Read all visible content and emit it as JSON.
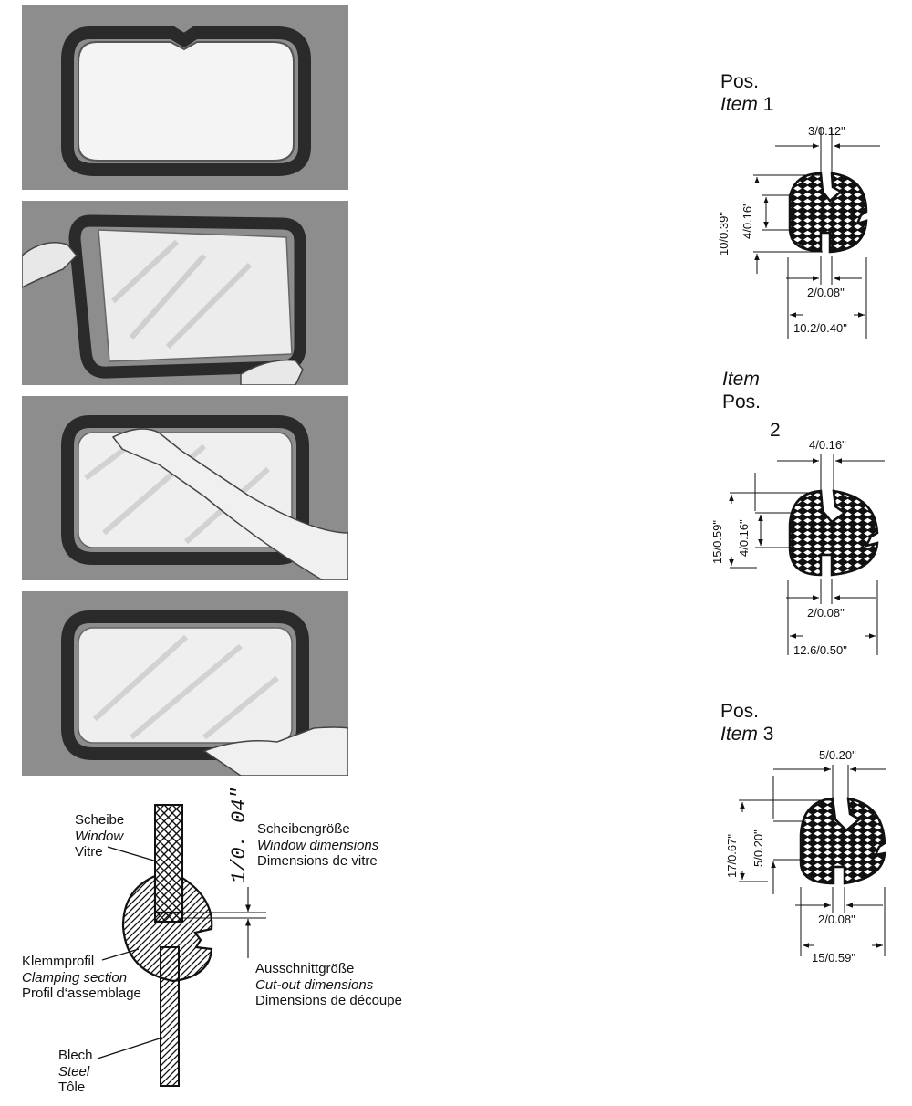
{
  "labels": {
    "window": [
      "Scheibe",
      "Window",
      "Vitre"
    ],
    "window_dimensions": [
      "Scheibengröße",
      "Window dimensions",
      "Dimensions de vitre"
    ],
    "clamping_section": [
      "Klemmprofil",
      "Clamping section",
      "Profil d‘assemblage"
    ],
    "cutout_dimensions": [
      "Ausschnittgröße",
      "Cut-out dimensions",
      "Dimensions de découpe"
    ],
    "steel": [
      "Blech",
      "Steel",
      "Tôle"
    ],
    "gap_dimension": "1/0. 04\""
  },
  "profiles": [
    {
      "pos_line": "Pos.",
      "item_word": "Item",
      "number": "1",
      "top_gap": "3/0.12\"",
      "height": "10/0.39\"",
      "inner_height": "4/0.16\"",
      "bottom_gap": "2/0.08\"",
      "width": "10.2/0.40\""
    },
    {
      "pos_line": "Pos.",
      "item_word": "Item",
      "number": "2",
      "top_gap": "4/0.16\"",
      "height": "15/0.59\"",
      "inner_height": "4/0.16\"",
      "bottom_gap": "2/0.08\"",
      "width": "12.6/0.50\""
    },
    {
      "pos_line": "Pos.",
      "item_word": "Item",
      "number": "3",
      "top_gap": "5/0.20\"",
      "height": "17/0.67\"",
      "inner_height": "5/0.20\"",
      "bottom_gap": "2/0.08\"",
      "width": "15/0.59\""
    }
  ]
}
